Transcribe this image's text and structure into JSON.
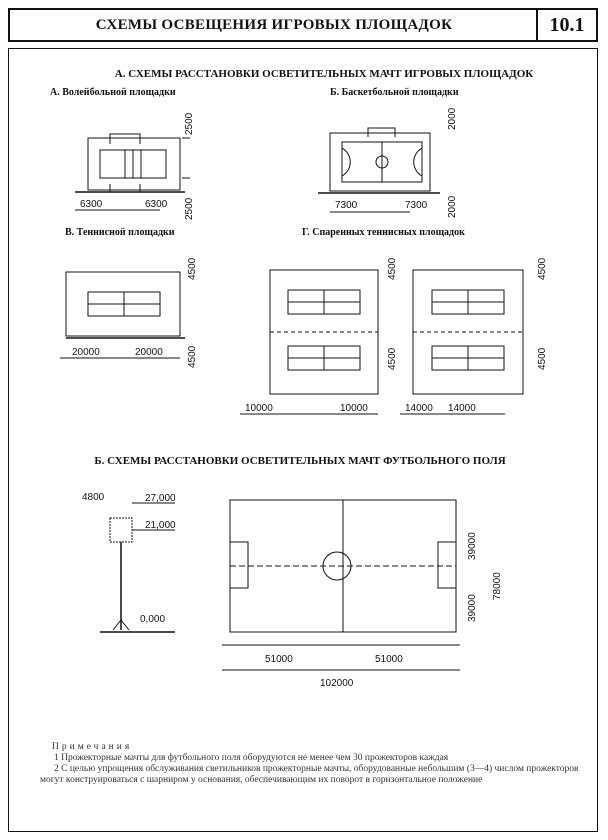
{
  "header": {
    "title": "СХЕМЫ ОСВЕЩЕНИЯ ИГРОВЫХ ПЛОЩАДОК",
    "number": "10.1"
  },
  "section_a": {
    "title": "А. СХЕМЫ РАССТАНОВКИ ОСВЕТИТЕЛЬНЫХ МАЧТ ИГРОВЫХ ПЛОЩАДОК",
    "volleyball": {
      "title": "А. Волейбольной площадки",
      "dim_left": "6300",
      "dim_right": "6300",
      "dim_top": "2500",
      "dim_bottom": "2500"
    },
    "basketball": {
      "title": "Б. Баскетбольной площадки",
      "dim_left": "7300",
      "dim_right": "7300",
      "dim_top": "2000",
      "dim_bottom": "2000"
    },
    "tennis": {
      "title": "В. Теннисной площадки",
      "dim_left": "20000",
      "dim_right": "20000",
      "dim_top": "4500",
      "dim_bottom": "4500"
    },
    "paired_tennis": {
      "title": "Г. Спаренных теннисных площадок",
      "left": {
        "dim_left": "10000",
        "dim_right": "10000",
        "dim_top": "4500",
        "dim_bottom": "4500"
      },
      "right": {
        "dim_left": "14000",
        "dim_right": "14000",
        "dim_top": "4500",
        "dim_bottom": "4500"
      }
    }
  },
  "section_b": {
    "title": "Б. СХЕМЫ РАССТАНОВКИ ОСВЕТИТЕЛЬНЫХ МАЧТ ФУТБОЛЬНОГО ПОЛЯ",
    "mast": {
      "width": "4800",
      "top_level": "27,000",
      "mid_level": "21,000",
      "ground_level": "0,000"
    },
    "field": {
      "dim_half_left": "51000",
      "dim_half_right": "51000",
      "dim_total_length": "102000",
      "dim_top_half": "39000",
      "dim_bottom_half": "39000",
      "dim_total_width": "78000"
    }
  },
  "notes": {
    "heading": "Примечания",
    "items": [
      "1 Прожекторные мачты для футбольного поля оборудуются не менее чем 30 прожекторов каждая",
      "2 С целью упрощения обслуживания светильников прожекторные мачты, оборудованные небольшим (3—4) числом прожекторов могут конструироваться с шарниром у основания, обеспечивающим их поворот в горизонтальное положение"
    ]
  }
}
